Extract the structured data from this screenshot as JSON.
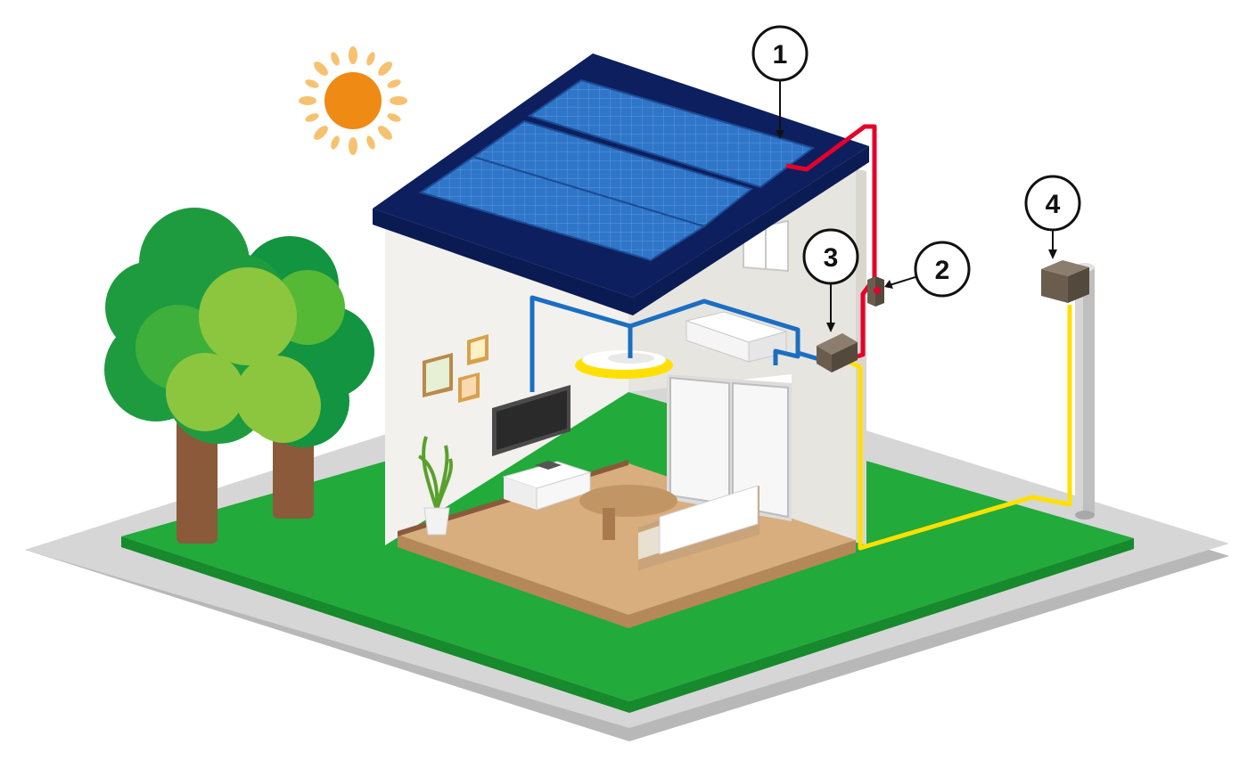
{
  "callouts": [
    {
      "id": "1",
      "label": "1"
    },
    {
      "id": "2",
      "label": "2"
    },
    {
      "id": "3",
      "label": "3"
    },
    {
      "id": "4",
      "label": "4"
    }
  ],
  "colors": {
    "sun": "#ef8a14",
    "sun_rays": "#f6c271",
    "roof": "#0d1f5e",
    "solar_panel": "#2a6fc4",
    "grass": "#22aa3a",
    "base": "#c9c9c9",
    "wall": "#f2f1ed",
    "floor": "#d8ae7e",
    "dc_cable": "#e4002b",
    "ac_cable": "#ffe000",
    "house_wiring": "#1b6ec2",
    "device_box": "#6b5d4e",
    "trunk": "#8a5a3b"
  }
}
